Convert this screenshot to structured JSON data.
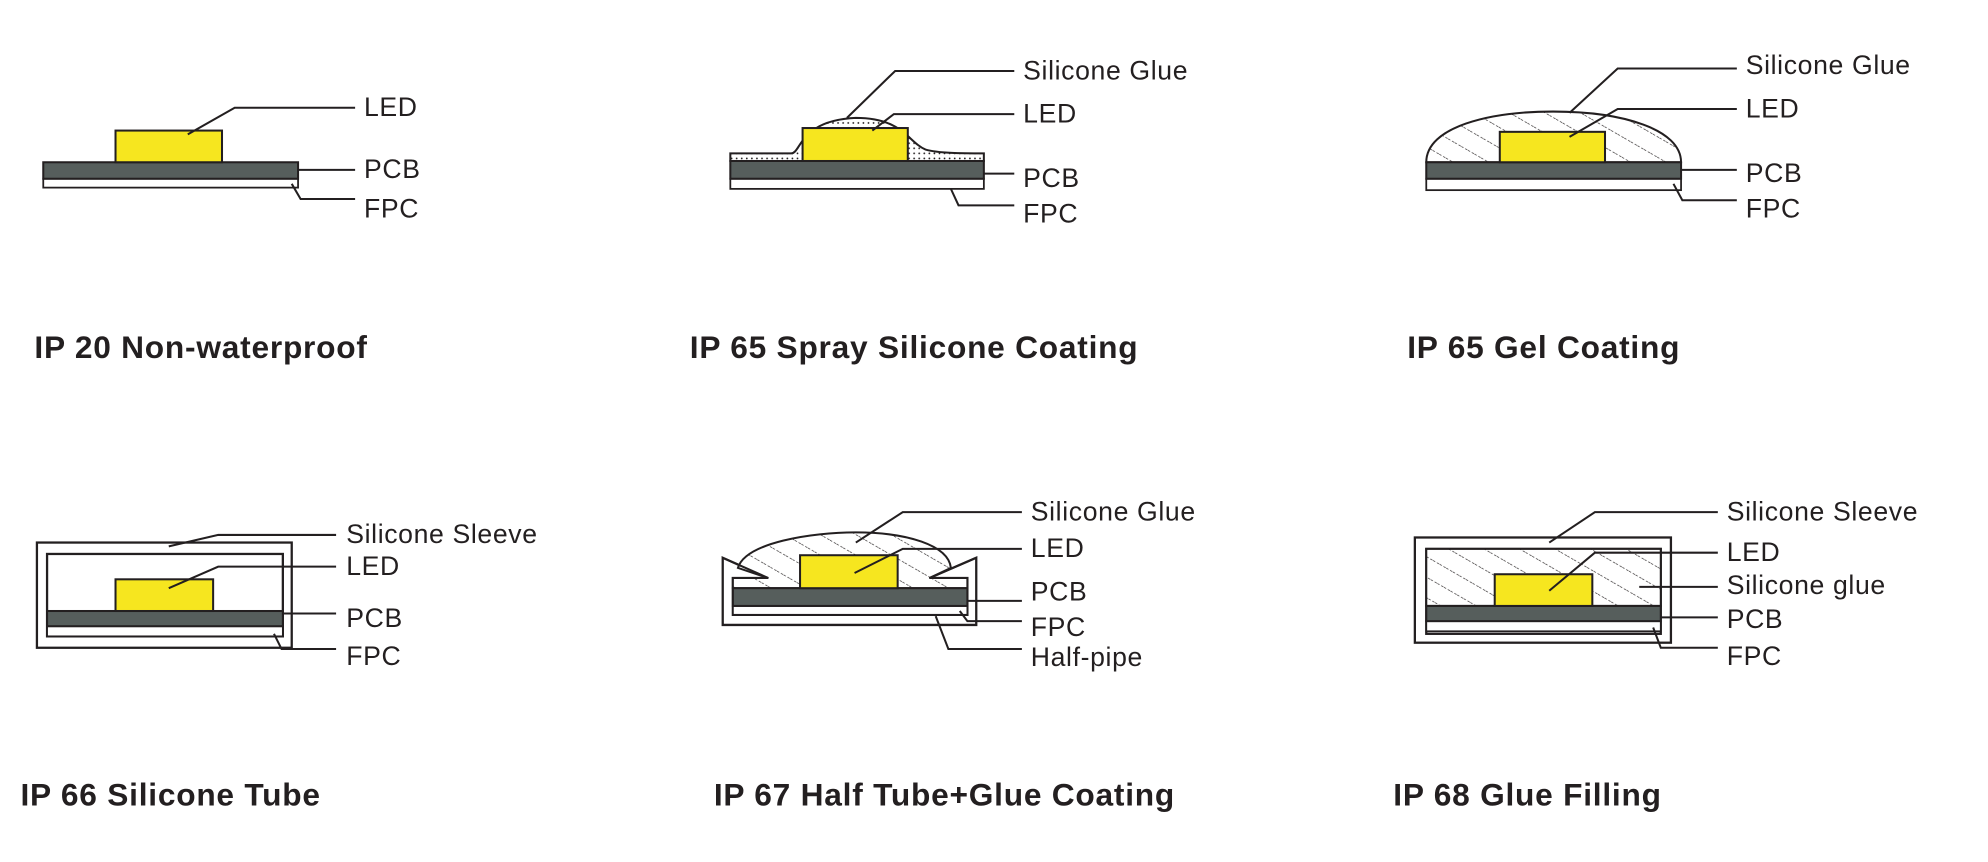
{
  "panels": [
    {
      "title": "IP 20  Non-waterproof",
      "labels": {
        "led": "LED",
        "pcb": "PCB",
        "fpc": "FPC"
      }
    },
    {
      "title": "IP 65 Spray Silicone Coating",
      "labels": {
        "glue": "Silicone Glue",
        "led": "LED",
        "pcb": "PCB",
        "fpc": "FPC"
      }
    },
    {
      "title": "IP 65 Gel Coating",
      "labels": {
        "glue": "Silicone Glue",
        "led": "LED",
        "pcb": "PCB",
        "fpc": "FPC"
      }
    },
    {
      "title": "IP 66  Silicone Tube",
      "labels": {
        "sleeve": "Silicone Sleeve",
        "led": "LED",
        "pcb": "PCB",
        "fpc": "FPC"
      }
    },
    {
      "title": "IP 67 Half Tube+Glue Coating",
      "labels": {
        "glue": "Silicone Glue",
        "led": "LED",
        "pcb": "PCB",
        "fpc": "FPC",
        "pipe": "Half-pipe"
      }
    },
    {
      "title": "IP 68  Glue  Filling",
      "labels": {
        "sleeve": "Silicone Sleeve",
        "led": "LED",
        "glue": "Silicone glue",
        "pcb": "PCB",
        "fpc": "FPC"
      }
    }
  ],
  "colors": {
    "led": "#f6e61f",
    "pcb": "#565e5c",
    "line": "#231f20"
  }
}
